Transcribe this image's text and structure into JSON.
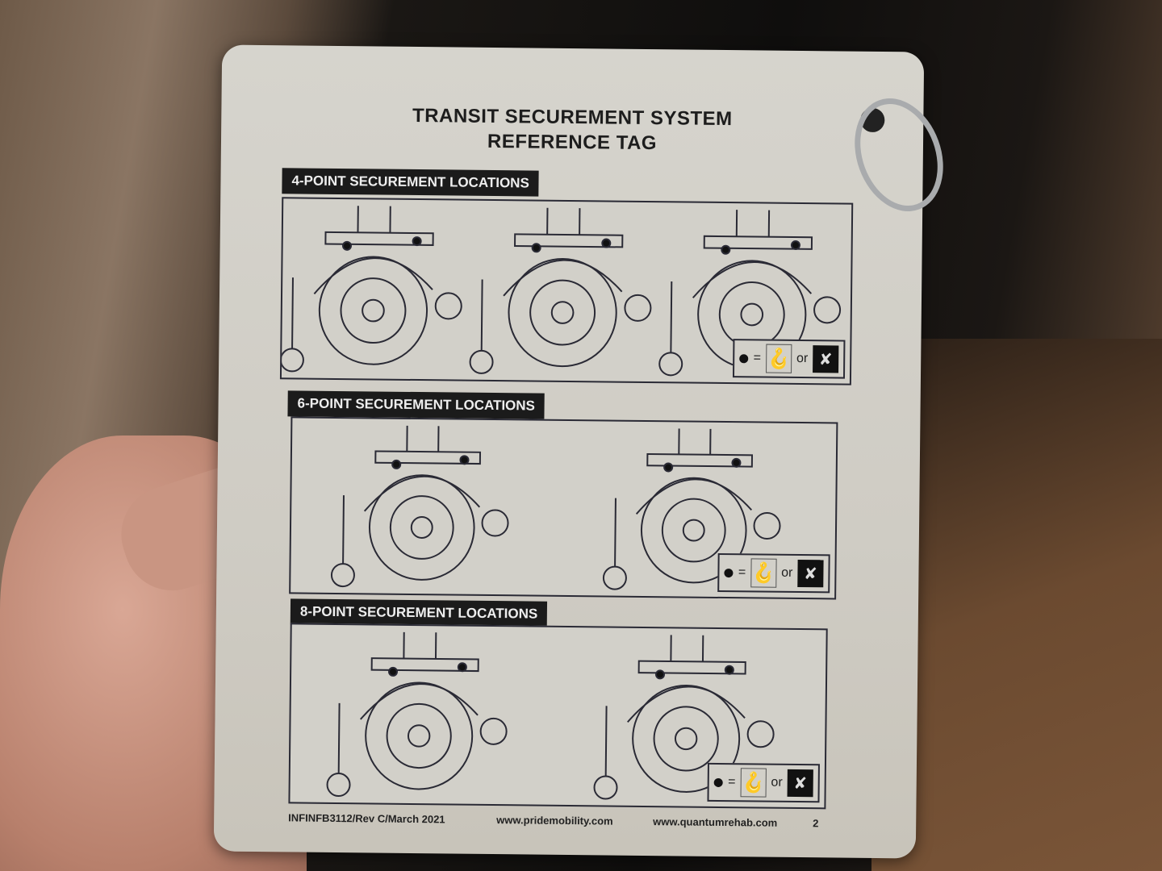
{
  "tag": {
    "title_line1": "TRANSIT SECUREMENT SYSTEM",
    "title_line2": "REFERENCE TAG",
    "sections": [
      {
        "heading": "4-POINT SECUREMENT LOCATIONS",
        "views": 3
      },
      {
        "heading": "6-POINT SECUREMENT LOCATIONS",
        "views": 2
      },
      {
        "heading": "8-POINT SECUREMENT LOCATIONS",
        "views": 2
      }
    ],
    "legend": {
      "equals": "=",
      "or": "or",
      "icons": [
        "securement-point-dot",
        "hook-icon",
        "strap-icon"
      ]
    },
    "footer": {
      "doc_id": "INFINFB3112/Rev C/March 2021",
      "url1": "www.pridemobility.com",
      "url2": "www.quantumrehab.com",
      "page": "2"
    }
  },
  "colors": {
    "card": "#d3d1ca",
    "ink": "#1b1b1b"
  }
}
